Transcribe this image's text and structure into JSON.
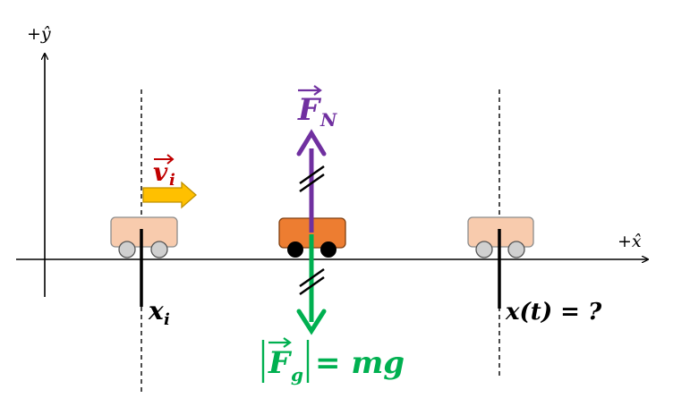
{
  "colors": {
    "axis": "#000000",
    "cart_faded_body": "#f8cbad",
    "cart_faded_stroke": "#8c8c8c",
    "cart_faded_wheel": "#d0d0d0",
    "cart_main_body": "#ed7d31",
    "cart_main_wheel": "#000000",
    "normal_force": "#7030a0",
    "gravity_force": "#00b050",
    "velocity_label": "#c00000",
    "velocity_arrow_fill": "#ffc000",
    "velocity_arrow_stroke": "#bf9000"
  },
  "axes": {
    "y_label": "+ŷ",
    "x_label": "+x̂"
  },
  "labels": {
    "velocity_symbol": "v",
    "velocity_subscript": "i",
    "normal_symbol": "F",
    "normal_subscript": "N",
    "gravity_symbol": "F",
    "gravity_subscript": "g",
    "gravity_rhs": "= mg",
    "initial_symbol": "x",
    "initial_subscript": "i",
    "final_position": "x(t) = ?"
  }
}
